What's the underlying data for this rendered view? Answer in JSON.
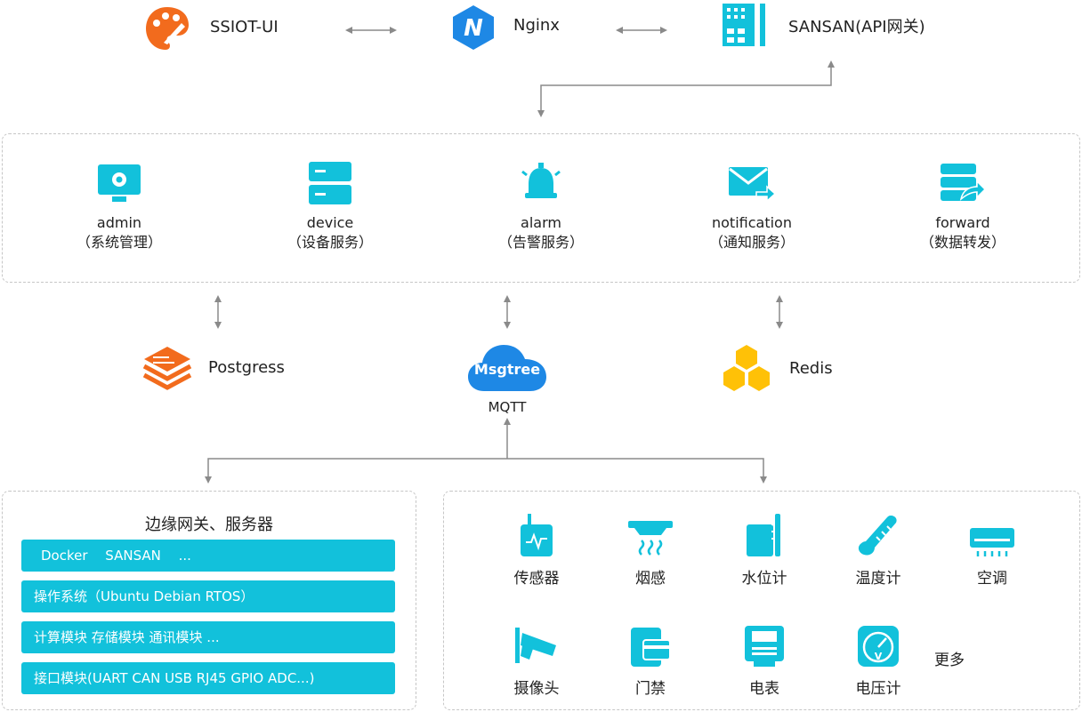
{
  "top": {
    "ui": {
      "label": "SSIOT-UI",
      "icon": "palette-icon"
    },
    "proxy": {
      "label": "Nginx",
      "icon": "nginx-icon"
    },
    "gateway": {
      "label": "SANSAN(API网关)",
      "icon": "building-icon"
    }
  },
  "services": [
    {
      "name": "admin",
      "sub": "（系统管理）",
      "icon": "monitor-gear-icon"
    },
    {
      "name": "device",
      "sub": "（设备服务）",
      "icon": "server-icon"
    },
    {
      "name": "alarm",
      "sub": "（告警服务）",
      "icon": "bell-icon"
    },
    {
      "name": "notification",
      "sub": "（通知服务）",
      "icon": "mail-forward-icon"
    },
    {
      "name": "forward",
      "sub": "（数据转发）",
      "icon": "database-forward-icon"
    }
  ],
  "storage": {
    "postgres": {
      "label": "Postgress",
      "icon": "postgres-stack-icon"
    },
    "mqtt": {
      "logo_text": "Msgtree",
      "label": "MQTT",
      "icon": "cloud-icon"
    },
    "redis": {
      "label": "Redis",
      "icon": "redis-hex-icon"
    }
  },
  "edge": {
    "title": "边缘网关、服务器",
    "bars": [
      "Docker　 SANSAN　 ...",
      "操作系统（Ubuntu  Debian  RTOS）",
      "计算模块  存储模块  通讯模块  ...",
      "接口模块(UART  CAN  USB  RJ45  GPIO  ADC...)"
    ]
  },
  "devices": {
    "row1": [
      {
        "label": "传感器",
        "icon": "sensor-icon"
      },
      {
        "label": "烟感",
        "icon": "smoke-detector-icon"
      },
      {
        "label": "水位计",
        "icon": "water-level-icon"
      },
      {
        "label": "温度计",
        "icon": "thermometer-icon"
      },
      {
        "label": "空调",
        "icon": "air-conditioner-icon"
      }
    ],
    "row2": [
      {
        "label": "摄像头",
        "icon": "camera-icon"
      },
      {
        "label": "门禁",
        "icon": "access-card-icon"
      },
      {
        "label": "电表",
        "icon": "electric-meter-icon"
      },
      {
        "label": "电压计",
        "icon": "voltmeter-icon"
      }
    ],
    "more": "更多"
  },
  "colors": {
    "accent": "#12c1db",
    "orange": "#f26b1d",
    "blue": "#1e88e5",
    "redis": "#ffc107",
    "arrow": "#8a8a8a"
  }
}
